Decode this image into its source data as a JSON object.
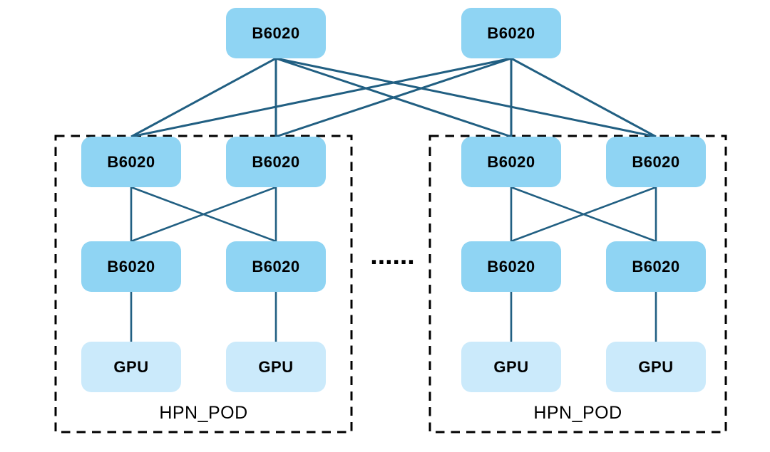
{
  "colors": {
    "switch_fill": "#8fd4f3",
    "gpu_fill": "#cbeafb",
    "line": "#215f82",
    "border": "#000000",
    "text": "#000000"
  },
  "diagram": {
    "spine_switches": [
      {
        "label": "B6020"
      },
      {
        "label": "B6020"
      }
    ],
    "pods": [
      {
        "label": "HPN_POD",
        "upper_switches": [
          {
            "label": "B6020"
          },
          {
            "label": "B6020"
          }
        ],
        "lower_switches": [
          {
            "label": "B6020"
          },
          {
            "label": "B6020"
          }
        ],
        "gpus": [
          {
            "label": "GPU"
          },
          {
            "label": "GPU"
          }
        ]
      },
      {
        "label": "HPN_POD",
        "upper_switches": [
          {
            "label": "B6020"
          },
          {
            "label": "B6020"
          }
        ],
        "lower_switches": [
          {
            "label": "B6020"
          },
          {
            "label": "B6020"
          }
        ],
        "gpus": [
          {
            "label": "GPU"
          },
          {
            "label": "GPU"
          }
        ]
      }
    ],
    "ellipsis": "......"
  }
}
